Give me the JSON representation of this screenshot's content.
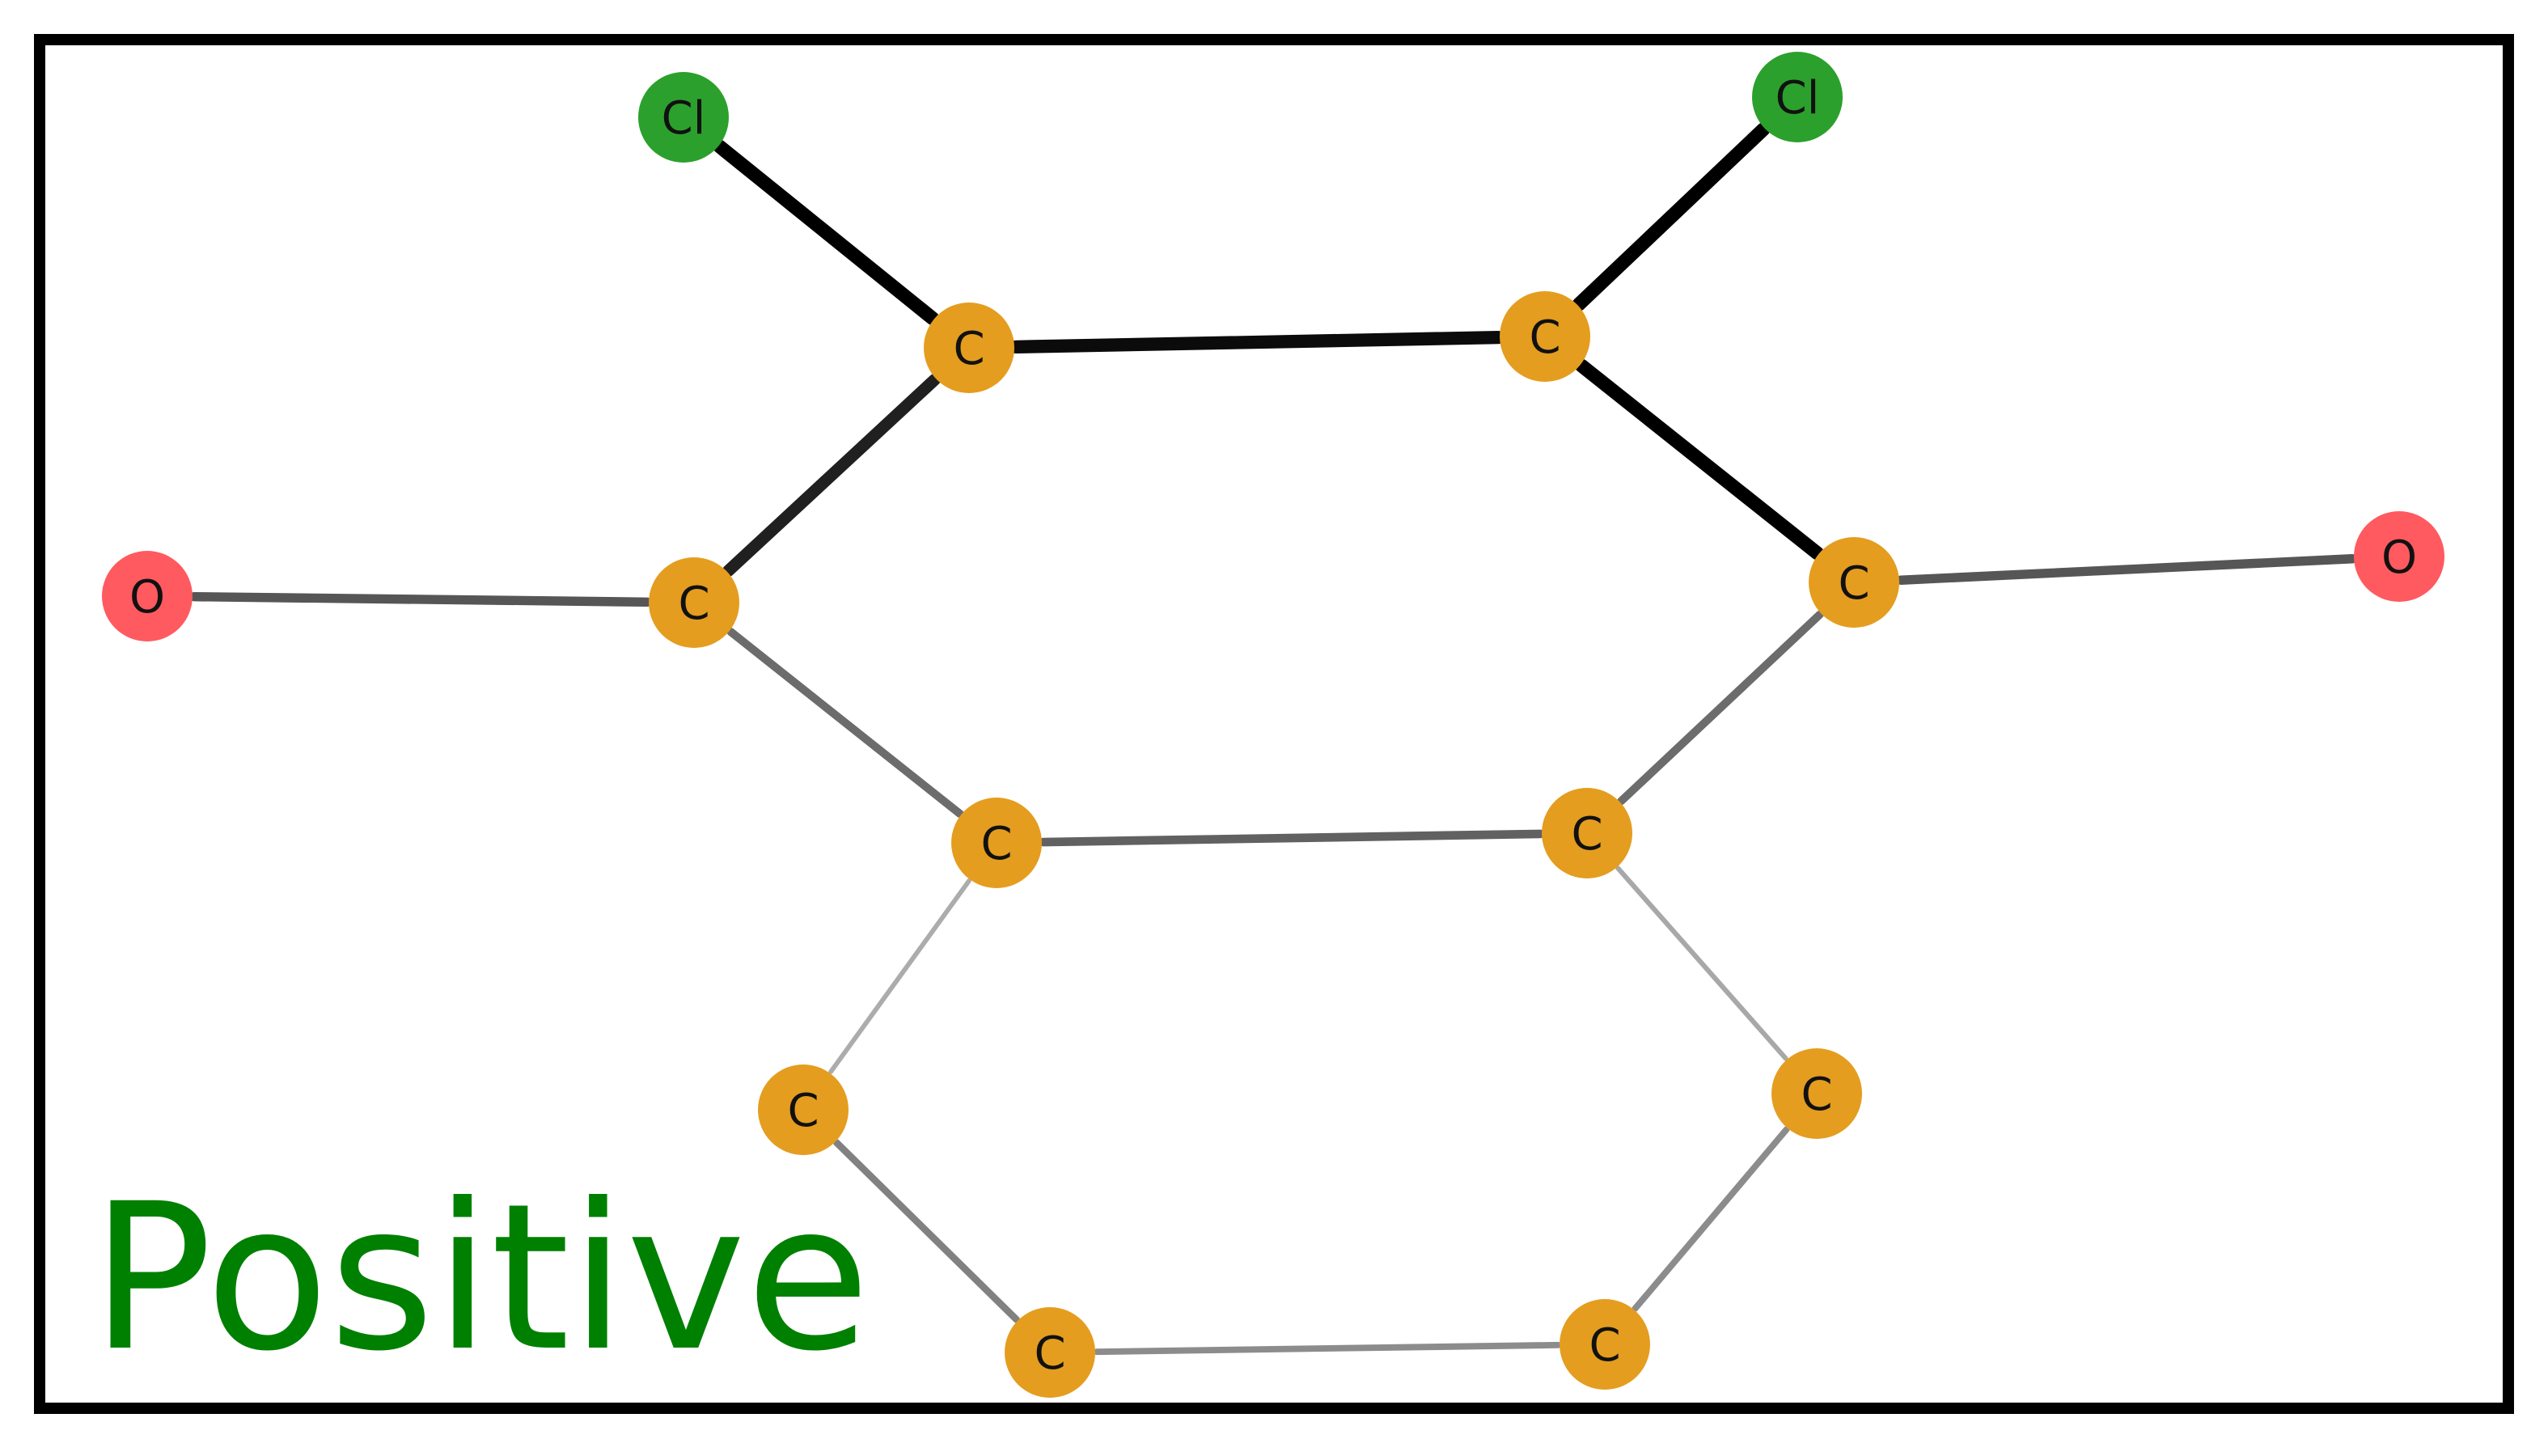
{
  "caption": "Positive",
  "colors": {
    "carbon": "#E49D1F",
    "chlorine": "#2CA02C",
    "oxygen": "#FF5A5F",
    "caption": "#008000",
    "frame": "#000000"
  },
  "atoms": [
    {
      "id": "Cl1",
      "label": "Cl",
      "element": "chlorine"
    },
    {
      "id": "Cl2",
      "label": "Cl",
      "element": "chlorine"
    },
    {
      "id": "C1",
      "label": "C",
      "element": "carbon"
    },
    {
      "id": "C2",
      "label": "C",
      "element": "carbon"
    },
    {
      "id": "O1",
      "label": "O",
      "element": "oxygen"
    },
    {
      "id": "C3",
      "label": "C",
      "element": "carbon"
    },
    {
      "id": "C4",
      "label": "C",
      "element": "carbon"
    },
    {
      "id": "O2",
      "label": "O",
      "element": "oxygen"
    },
    {
      "id": "C5",
      "label": "C",
      "element": "carbon"
    },
    {
      "id": "C6",
      "label": "C",
      "element": "carbon"
    },
    {
      "id": "C7",
      "label": "C",
      "element": "carbon"
    },
    {
      "id": "C8",
      "label": "C",
      "element": "carbon"
    },
    {
      "id": "C9",
      "label": "C",
      "element": "carbon"
    },
    {
      "id": "C10",
      "label": "C",
      "element": "carbon"
    }
  ],
  "bonds": [
    {
      "from": "Cl1",
      "to": "C1",
      "importance": 1.0
    },
    {
      "from": "Cl2",
      "to": "C2",
      "importance": 1.0
    },
    {
      "from": "C1",
      "to": "C2",
      "importance": 0.95
    },
    {
      "from": "C2",
      "to": "C4",
      "importance": 1.0
    },
    {
      "from": "C1",
      "to": "C3",
      "importance": 0.85
    },
    {
      "from": "O1",
      "to": "C3",
      "importance": 0.6
    },
    {
      "from": "C4",
      "to": "O2",
      "importance": 0.6
    },
    {
      "from": "C3",
      "to": "C5",
      "importance": 0.5
    },
    {
      "from": "C4",
      "to": "C6",
      "importance": 0.5
    },
    {
      "from": "C5",
      "to": "C6",
      "importance": 0.55
    },
    {
      "from": "C5",
      "to": "C7",
      "importance": 0.2
    },
    {
      "from": "C6",
      "to": "C8",
      "importance": 0.22
    },
    {
      "from": "C7",
      "to": "C9",
      "importance": 0.4
    },
    {
      "from": "C8",
      "to": "C10",
      "importance": 0.35
    },
    {
      "from": "C9",
      "to": "C10",
      "importance": 0.35
    }
  ]
}
